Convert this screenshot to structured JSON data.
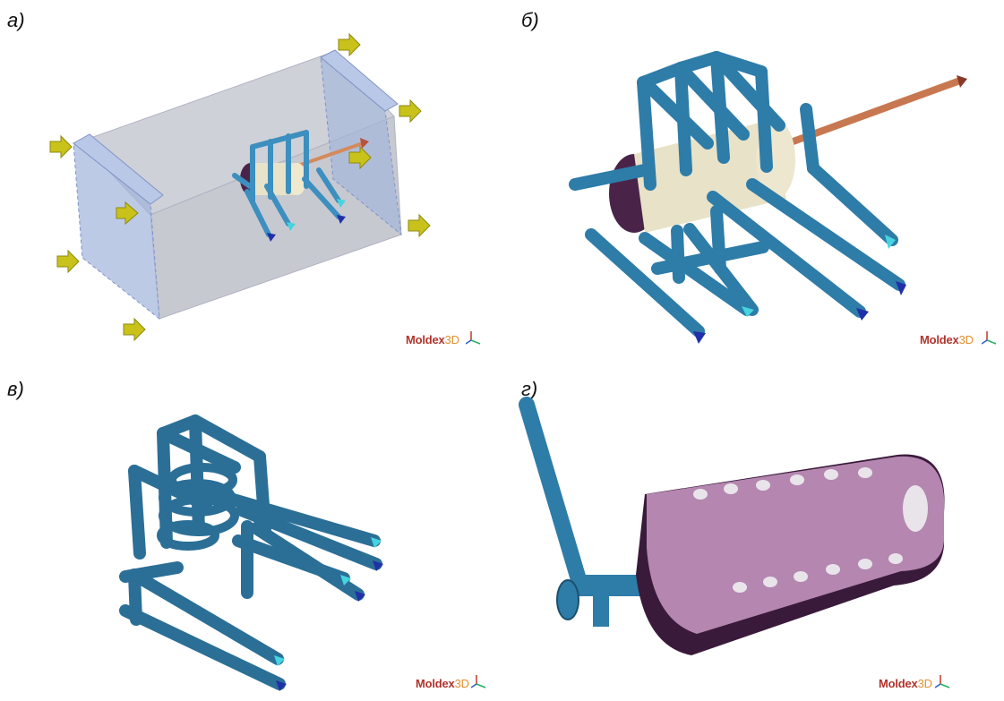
{
  "panels": [
    {
      "label": "а)",
      "logo_main": "Moldex",
      "logo_suffix": "3D"
    },
    {
      "label": "б)",
      "logo_main": "Moldex",
      "logo_suffix": "3D"
    },
    {
      "label": "в)",
      "logo_main": "Moldex",
      "logo_suffix": "3D"
    },
    {
      "label": "г)",
      "logo_main": "Moldex",
      "logo_suffix": "3D"
    }
  ],
  "colors": {
    "pipe": "#2e7ca8",
    "pipe_dark": "#1b4f6e",
    "mesh_cream": "#e8e2c8",
    "mesh_purple": "#4a2448",
    "mesh_pink": "#b486b0",
    "nozzle": "#d48a5c",
    "box_fill": "#c9cbd4",
    "box_side": "#9fb4dc",
    "arrow_yellow": "#c9c21a",
    "inlet_cyan": "#45d4e0",
    "outlet_blue": "#2030a8"
  },
  "icons": [
    "triad-axes-icon"
  ]
}
